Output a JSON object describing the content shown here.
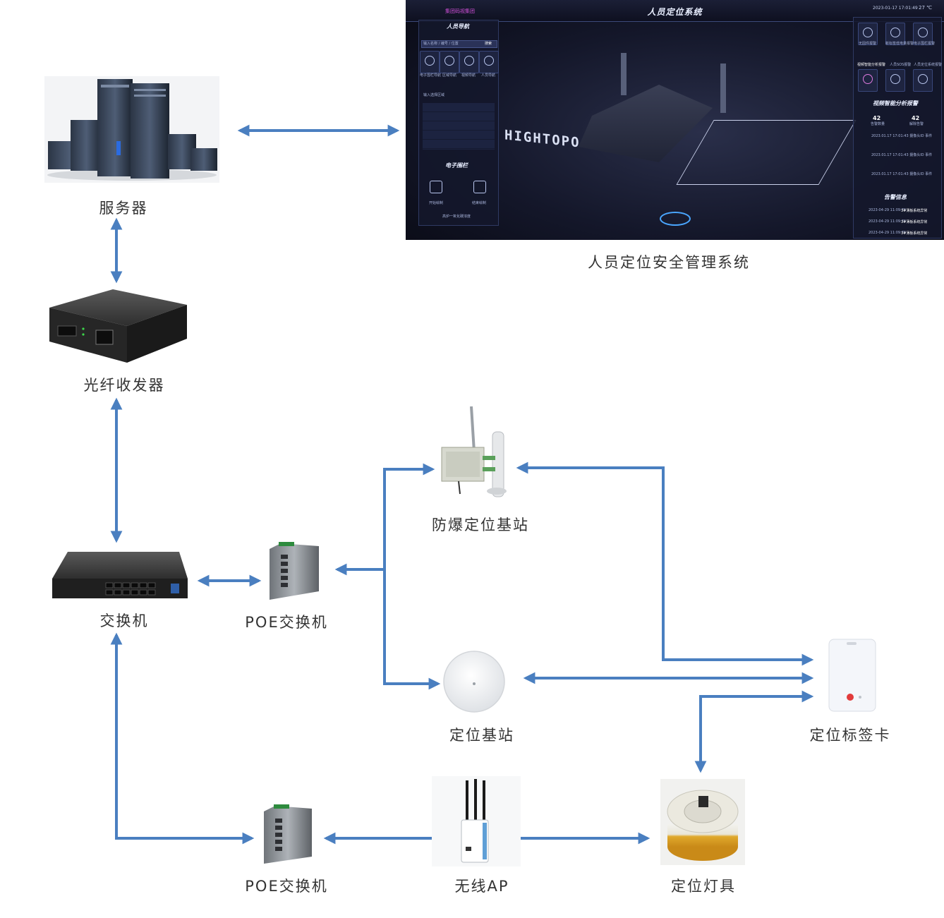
{
  "nodes": {
    "server": "服务器",
    "fiber_transceiver": "光纤收发器",
    "switch": "交换机",
    "poe_switch_top": "POE交换机",
    "poe_switch_bottom": "POE交换机",
    "explosion_proof_station": "防爆定位基站",
    "positioning_station": "定位基站",
    "positioning_tag": "定位标签卡",
    "wireless_ap": "无线AP",
    "positioning_lamp": "定位灯具",
    "system": "人员定位安全管理系统"
  },
  "dashboard": {
    "title": "人员定位系统",
    "brand": "集团码视集团",
    "datetime": "2023-01-17   17:01:49",
    "temperature": "27 ℃",
    "nav_title": "人员导航",
    "search_placeholder": "输入名称 / 编号 / 位置",
    "search_button": "搜索",
    "nav_items": [
      "电子围栏导航",
      "区域导航",
      "视频导航",
      "人员导航"
    ],
    "region_header": "输入选择区域",
    "fence_title": "电子围栏",
    "fence_start": "开始绘制",
    "fence_end": "结束绘制",
    "fence_footer": "高炉一氧化碳浓度",
    "watermark": "HIGHTOPO",
    "alarm_icons_row1": [
      "无固件报警",
      "新标签低电量报警",
      "电子围栏报警"
    ],
    "alarm_icons_row2": [
      "视频智能分析报警",
      "人员SOS报警",
      "人员定位系统报警"
    ],
    "video_title": "视频智能分析报警",
    "video_stats": [
      {
        "value": "42",
        "label": "告警数量"
      },
      {
        "value": "42",
        "label": "解除告警"
      }
    ],
    "video_rows": [
      "2023.01.17 17:01:43  摄像头ID  事件",
      "2023.01.17 17:01:43  摄像头ID  事件",
      "2023.01.17 17:01:43  摄像头ID  事件"
    ],
    "alert_title": "告警信息",
    "alert_rows": [
      {
        "time": "2023-04-29 11:09:76",
        "msg": "3#薄板系统异常"
      },
      {
        "time": "2023-04-29 11:09:76",
        "msg": "3#薄板系统异常"
      },
      {
        "time": "2023-04-29 11:09:76",
        "msg": "3#薄板系统异常"
      }
    ]
  },
  "colors": {
    "arrow": "#4a7fc0",
    "dashboard_bg": "#14172a"
  }
}
